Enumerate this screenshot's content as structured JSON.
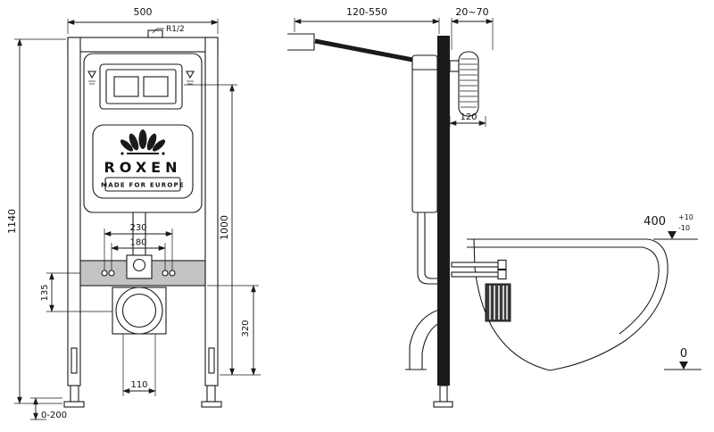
{
  "drawing": {
    "front": {
      "dim_width": "500",
      "dim_height": "1140",
      "dim_1000": "1000",
      "dim_230": "230",
      "dim_180": "180",
      "dim_135": "135",
      "dim_320": "320",
      "dim_110": "110",
      "dim_foot_range": "0-200",
      "inlet_label": "R1/2",
      "brand": "ROXEN",
      "tagline": "MADE FOR EUROPE"
    },
    "side": {
      "dim_depth_range": "120-550",
      "dim_wall_range": "20~70",
      "dim_plate": "120",
      "dim_bowl_height": "400",
      "tol_plus": "+10",
      "tol_minus": "-10",
      "dim_floor": "0"
    }
  }
}
